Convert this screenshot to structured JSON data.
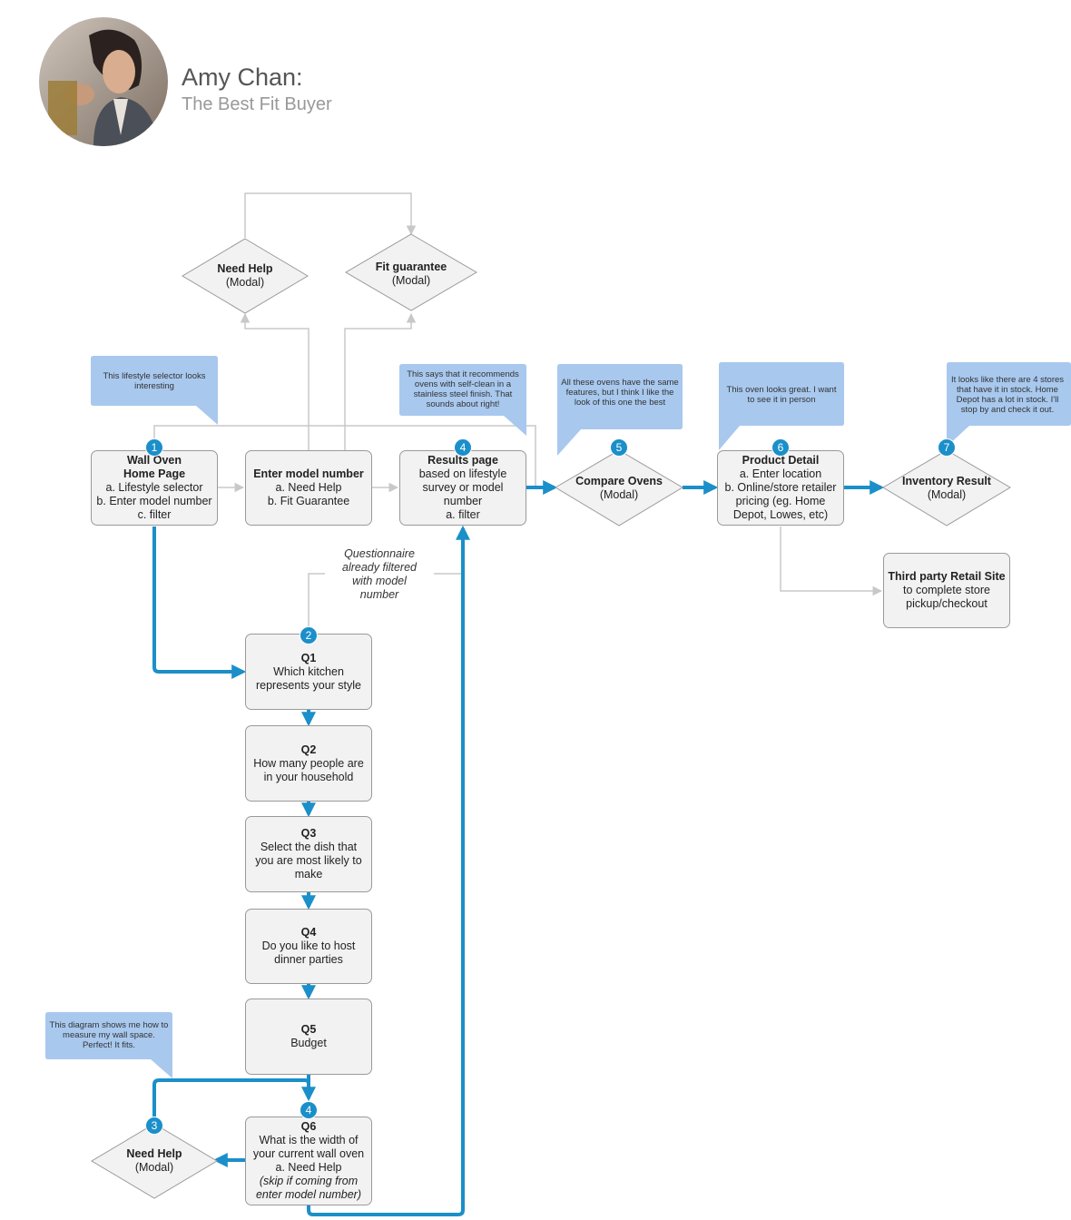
{
  "persona": {
    "name": "Amy Chan:",
    "role": "The Best Fit Buyer"
  },
  "colors": {
    "flow": "#1b8fc9",
    "connector": "#c8c8c8",
    "node_fill": "#f2f2f2",
    "node_border": "#9a9a9a",
    "callout_fill": "#a8c8ee",
    "badge": "#1b8fc9"
  },
  "nodes": {
    "wall_oven": {
      "title": "Wall Oven",
      "title2": "Home Page",
      "line1": "a. Lifestyle selector",
      "line2": "b. Enter model number",
      "line3": "c. filter"
    },
    "enter_model": {
      "title": "Enter model number",
      "line1": "a. Need Help",
      "line2": "b. Fit Guarantee"
    },
    "results": {
      "title": "Results page",
      "line1": "based on lifestyle",
      "line2": "survey or model",
      "line3": "number",
      "line4": "a. filter"
    },
    "product_detail": {
      "title": "Product Detail",
      "line1": "a. Enter location",
      "line2": "b. Online/store retailer",
      "line3": "pricing (eg. Home",
      "line4": "Depot, Lowes, etc)"
    },
    "third_party": {
      "title": "Third party Retail Site",
      "line1": "to complete store",
      "line2": "pickup/checkout"
    },
    "q1": {
      "title": "Q1",
      "line1": "Which kitchen",
      "line2": "represents your style"
    },
    "q2": {
      "title": "Q2",
      "line1": "How many people are",
      "line2": "in your household"
    },
    "q3": {
      "title": "Q3",
      "line1": "Select the dish that",
      "line2": "you are most likely to",
      "line3": "make"
    },
    "q4": {
      "title": "Q4",
      "line1": "Do you like to host",
      "line2": "dinner parties"
    },
    "q5": {
      "title": "Q5",
      "line1": "Budget"
    },
    "q6": {
      "title": "Q6",
      "line1": "What is the width of",
      "line2": "your current wall oven",
      "line3": "a. Need Help",
      "line4": "(skip if coming from",
      "line5": "enter model number)"
    }
  },
  "diamonds": {
    "need_help_top": {
      "title": "Need Help",
      "sub": "(Modal)"
    },
    "fit_guarantee": {
      "title": "Fit guarantee",
      "sub": "(Modal)"
    },
    "compare": {
      "title": "Compare Ovens",
      "sub": "(Modal)"
    },
    "inventory": {
      "title": "Inventory Result",
      "sub": "(Modal)"
    },
    "need_help_bottom": {
      "title": "Need Help",
      "sub": "(Modal)"
    }
  },
  "callouts": {
    "lifestyle": "This lifestyle selector looks interesting",
    "results": "This says that it recommends ovens with self-clean in a stainless steel finish. That sounds about right!",
    "compare": "All these ovens have the same features, but I think I like the look of this one the best",
    "product": "This oven looks great. I want to see it in person",
    "inventory": "It looks like there are 4 stores that have it in stock. Home Depot has a lot in stock. I'll stop by and check it out.",
    "diagram": "This diagram shows me how to measure my wall space. Perfect! It fits."
  },
  "badges": {
    "wall_oven": "1",
    "q1": "2",
    "need_help_bottom": "3",
    "results": "4",
    "q6": "4",
    "compare": "5",
    "product_detail": "6",
    "inventory": "7"
  },
  "note": {
    "line1": "Questionnaire",
    "line2": "already filtered",
    "line3": "with model",
    "line4": "number"
  }
}
